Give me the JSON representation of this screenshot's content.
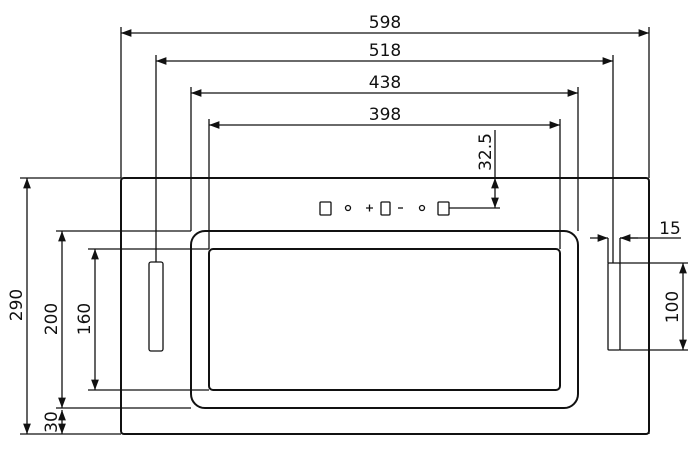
{
  "drawing": {
    "dimensions": {
      "overall_width": "598",
      "handle_spacing": "518",
      "frame_width": "438",
      "glass_width": "398",
      "control_offset": "32.5",
      "overall_height": "290",
      "frame_height": "200",
      "glass_height": "160",
      "bottom_margin": "30",
      "handle_depth": "15",
      "handle_length": "100"
    },
    "controls": [
      "power-button",
      "indicator",
      "plus-button",
      "speed-button",
      "minus-button",
      "indicator",
      "light-button"
    ]
  }
}
